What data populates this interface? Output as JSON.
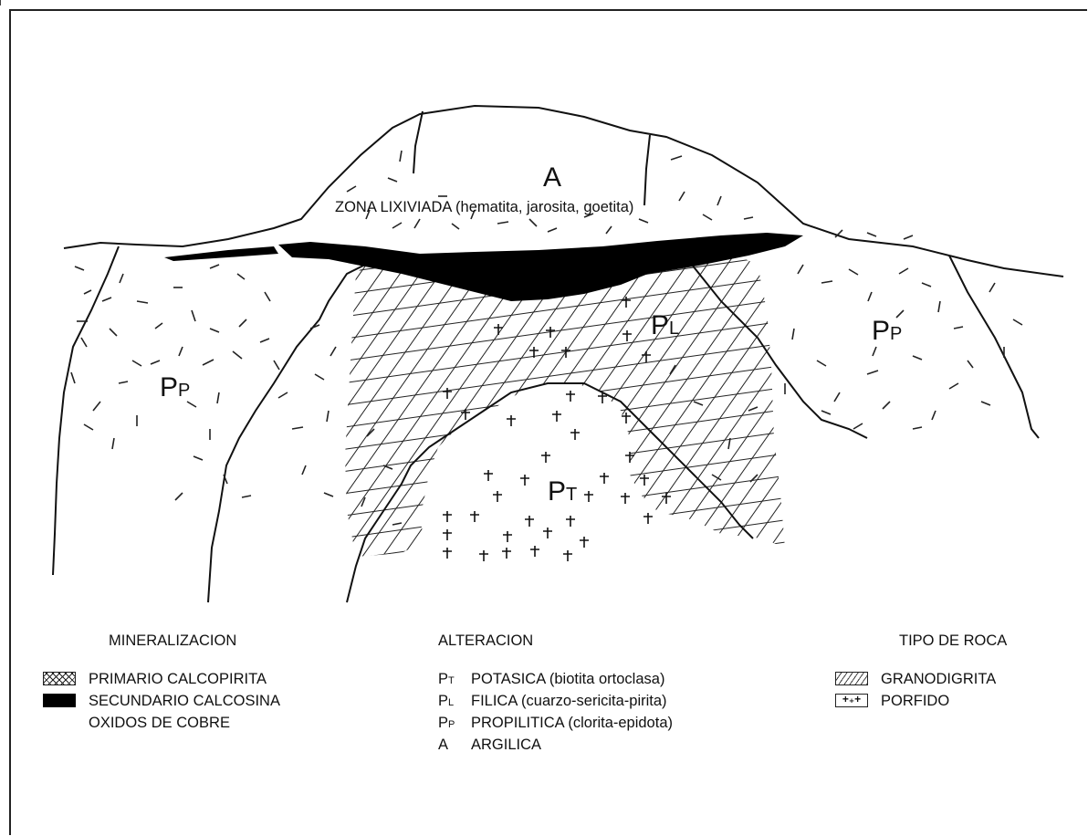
{
  "zones": {
    "a": "A",
    "lixiviada": "ZONA LIXIVIADA (hematita, jarosita, goetita)",
    "pl": {
      "main": "P",
      "sub": "L"
    },
    "pp_left": {
      "main": "P",
      "sub": "P"
    },
    "pp_right": {
      "main": "P",
      "sub": "P"
    },
    "pt": {
      "main": "P",
      "sub": "T"
    }
  },
  "legend": {
    "mineralizacion": {
      "title": "MINERALIZACION",
      "items": [
        {
          "label": "PRIMARIO CALCOPIRITA",
          "symbol": "cross-hatch"
        },
        {
          "label": "SECUNDARIO CALCOSINA",
          "symbol": "solid-black"
        },
        {
          "label": "OXIDOS DE COBRE",
          "symbol": "none"
        }
      ]
    },
    "alteracion": {
      "title": "ALTERACION",
      "items": [
        {
          "abbr_main": "P",
          "abbr_sub": "T",
          "label": "POTASICA (biotita ortoclasa)"
        },
        {
          "abbr_main": "P",
          "abbr_sub": "L",
          "label": "FILICA (cuarzo-sericita-pirita)"
        },
        {
          "abbr_main": "P",
          "abbr_sub": "P",
          "label": "PROPILITICA (clorita-epidota)"
        },
        {
          "abbr_main": "A",
          "abbr_sub": "",
          "label": "ARGILICA"
        }
      ]
    },
    "tipo_roca": {
      "title": "TIPO DE ROCA",
      "items": [
        {
          "label": "GRANODIGRITA",
          "symbol": "diagonal-hatch"
        },
        {
          "label": "PORFIDO",
          "symbol": "plus-pattern",
          "glyph": "+₊+"
        }
      ]
    }
  }
}
